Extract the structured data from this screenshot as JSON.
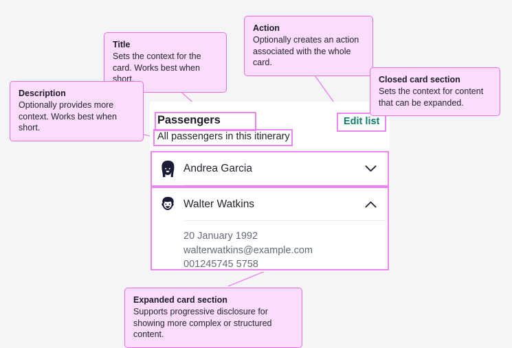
{
  "page": {
    "background_color": "#f4f5f7",
    "annotation_fill": "#fbdcfb",
    "annotation_border": "#e86de8",
    "highlight_color": "#ee82ee",
    "accent_color": "#11806a"
  },
  "card": {
    "title": "Passengers",
    "description": "All passengers in this itinerary",
    "action_label": "Edit list",
    "sections": [
      {
        "name": "Andrea Garcia",
        "avatar_icon": "avatar-woman-icon",
        "state": "collapsed",
        "chevron_icon": "chevron-down-icon",
        "details": []
      },
      {
        "name": "Walter Watkins",
        "avatar_icon": "avatar-man-icon",
        "state": "expanded",
        "chevron_icon": "chevron-up-icon",
        "details": [
          "20 January 1992",
          "walterwatkins@example.com",
          "001245745 5758"
        ]
      }
    ]
  },
  "annotations": [
    {
      "id": "title",
      "title": "Title",
      "body": "Sets the context for the card. Works best when short."
    },
    {
      "id": "action",
      "title": "Action",
      "body": "Optionally creates an action associated with the whole card."
    },
    {
      "id": "closed",
      "title": "Closed card section",
      "body": "Sets the context for content that can be expanded."
    },
    {
      "id": "description",
      "title": "Description",
      "body": "Optionally provides more context. Works best when short."
    },
    {
      "id": "expanded",
      "title": "Expanded card section",
      "body": "Supports progressive disclosure for showing more complex or structured content."
    }
  ]
}
